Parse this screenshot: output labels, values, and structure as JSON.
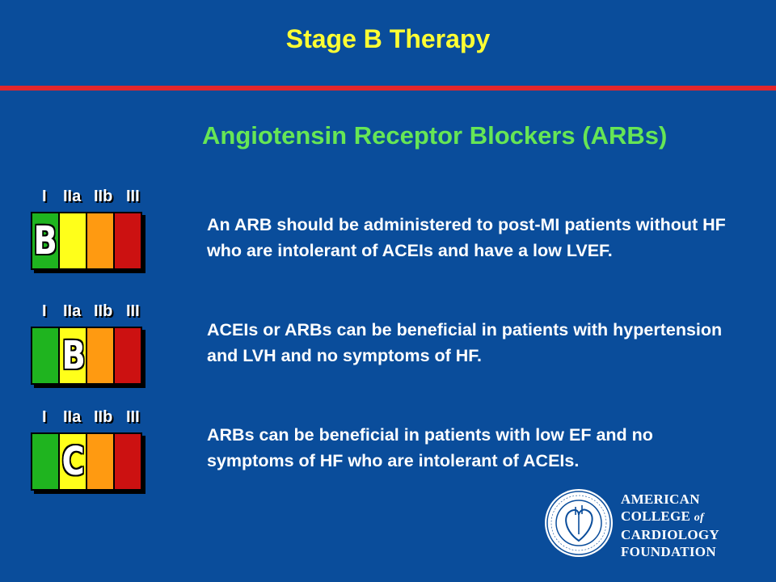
{
  "slide": {
    "title": "Stage B Therapy",
    "subtitle": "Angiotensin Receptor Blockers (ARBs)"
  },
  "class_labels": [
    "I",
    "IIa",
    "IIb",
    "III"
  ],
  "recommendations": [
    {
      "text": "An ARB should be administered to post-MI patients without HF who are intolerant of ACEIs and have a low LVEF.",
      "level": "B",
      "class": "I"
    },
    {
      "text": "ACEIs or ARBs can be beneficial in patients with hypertension and LVH and no symptoms of HF.",
      "level": "B",
      "class": "IIa"
    },
    {
      "text": "ARBs can be beneficial in patients with low EF and no symptoms of HF who are intolerant of ACEIs.",
      "level": "C",
      "class": "IIa"
    }
  ],
  "colors": {
    "background": "#0a4d9b",
    "title": "#ffff33",
    "subtitle": "#66e655",
    "rule": "#e3262b",
    "class_I": "#1fb41f",
    "class_IIa": "#ffff1a",
    "class_IIb": "#ff9a11",
    "class_III": "#cc1111"
  },
  "logo": {
    "line1": "AMERICAN",
    "line2a": "COLLEGE",
    "line2b": "of",
    "line3": "CARDIOLOGY",
    "line4": "FOUNDATION",
    "seal_icon": "acc-seal-icon"
  }
}
